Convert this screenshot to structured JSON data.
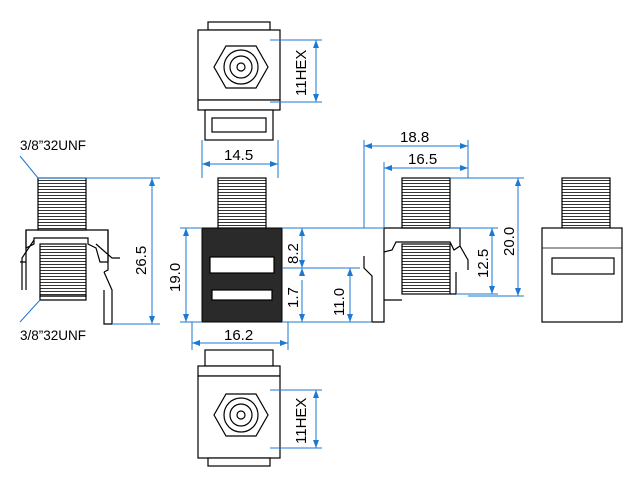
{
  "labels": {
    "hex_top": "11HEX",
    "hex_bottom": "11HEX",
    "width_14_5": "14.5",
    "width_16_2": "16.2",
    "height_26_5": "26.5",
    "height_19_0": "19.0",
    "height_8_2": "8.2",
    "height_1_7": "1.7",
    "height_11_0": "11.0",
    "width_18_8": "18.8",
    "width_16_5": "16.5",
    "height_12_5": "12.5",
    "height_20_0": "20.0",
    "thread_top": "3/8”32UNF",
    "thread_bottom": "3/8”32UNF"
  },
  "colors": {
    "dimension_line": "#1e78d2",
    "outline": "#000000",
    "body_fill": "#2a2a2a"
  }
}
